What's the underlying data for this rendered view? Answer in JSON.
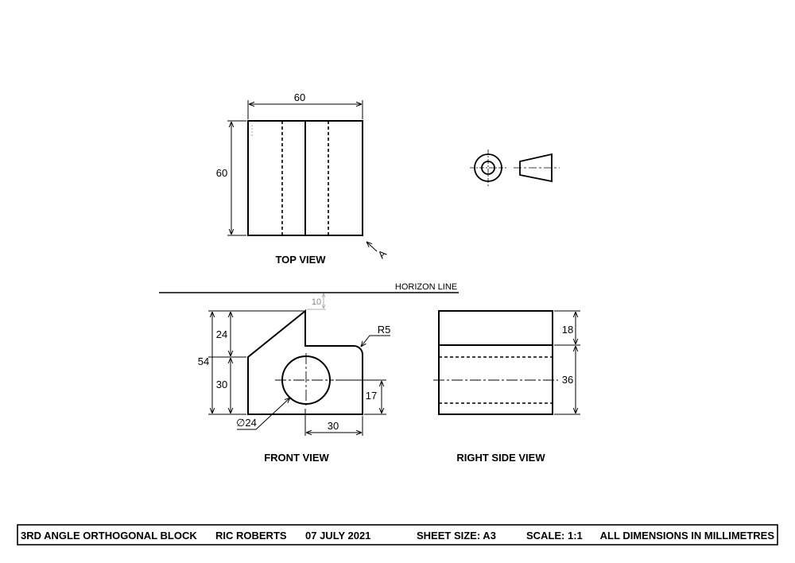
{
  "views": {
    "top": {
      "label": "TOP VIEW",
      "width_dim": "60",
      "depth_dim": "60",
      "arrow_label": "A"
    },
    "front": {
      "label": "FRONT VIEW",
      "height_dim": "54",
      "upper_dim": "24",
      "lower_dim": "30",
      "offset_dim": "10",
      "radius_label": "R5",
      "hole_dim": "∅24",
      "hole_height_dim": "17",
      "hole_x_dim": "30"
    },
    "right": {
      "label": "RIGHT SIDE VIEW",
      "upper_dim": "18",
      "lower_dim": "36"
    }
  },
  "horizon_label": "HORIZON LINE",
  "title_block": {
    "title": "3RD ANGLE ORTHOGONAL BLOCK",
    "author": "RIC ROBERTS",
    "date": "07 JULY 2021",
    "sheet_size": "SHEET SIZE: A3",
    "scale": "SCALE: 1:1",
    "units": "ALL DIMENSIONS IN MILLIMETRES"
  }
}
